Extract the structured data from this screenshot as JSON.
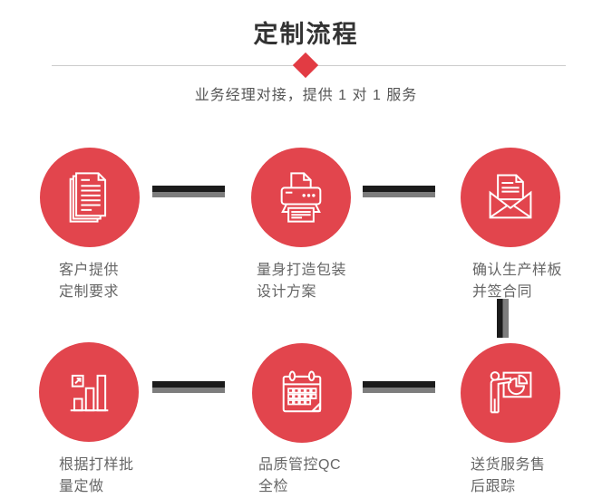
{
  "page": {
    "title": "定制流程",
    "subtitle": "业务经理对接，提供 1 对 1 服务"
  },
  "colors": {
    "accent_red": "#e2454d",
    "diamond_red": "#e23b43",
    "connector_dark": "#1b1b1b",
    "connector_gray": "#7d7d7d",
    "divider_gray": "#cccccc",
    "title_text": "#333333",
    "label_text": "#666666",
    "icon_stroke": "#ffffff"
  },
  "steps": [
    {
      "icon": "documents-icon",
      "label": "客户提供\n定制要求"
    },
    {
      "icon": "printer-icon",
      "label": "量身打造包装\n设计方案"
    },
    {
      "icon": "envelope-icon",
      "label": "确认生产样板\n并签合同"
    },
    {
      "icon": "bar-chart-icon",
      "label": "根据打样批\n量定做"
    },
    {
      "icon": "calendar-icon",
      "label": "品质管控QC\n全检"
    },
    {
      "icon": "presenter-icon",
      "label": "送货服务售\n后跟踪"
    }
  ]
}
